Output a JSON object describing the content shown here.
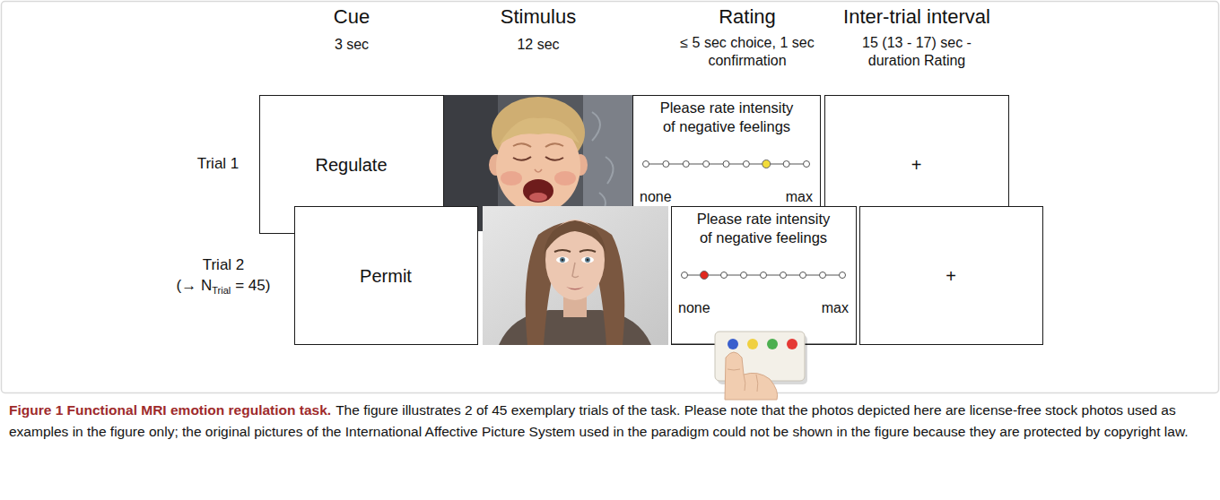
{
  "diagram": {
    "caption": "Figure 1 Functional MRI emotion regulation task.",
    "nodes": [
      {
        "text": [
          "Regulate"
        ]
      },
      {
        "text": [
          "Please rate intensity of negative feelings",
          "none",
          "max"
        ]
      },
      {
        "text": [
          "+"
        ]
      },
      {
        "text": [
          "Permit"
        ]
      },
      {
        "text": [
          "Please rate intensity of negative feelings",
          "none",
          "max"
        ]
      },
      {
        "text": [
          "+"
        ]
      }
    ],
    "labels": [
      "Cue",
      "3 sec",
      "Stimulus",
      "12 sec",
      "Rating",
      "≤ 5 sec choice, 1 sec confirmation",
      "Inter-trial interval",
      "15 (13 - 17) sec - duration Rating",
      "Trial 1",
      "Trial 2",
      "(→ N",
      "Trial",
      "= 45)",
      "The figure illustrates 2 of 45 exemplary trials of the task. Please note that the photos depicted here are license-free stock photos used as examples in the figure only; the original pictures of the International Affective Picture System used in the paradigm could not be shown in the figure because they are protected by copyright law."
    ]
  }
}
